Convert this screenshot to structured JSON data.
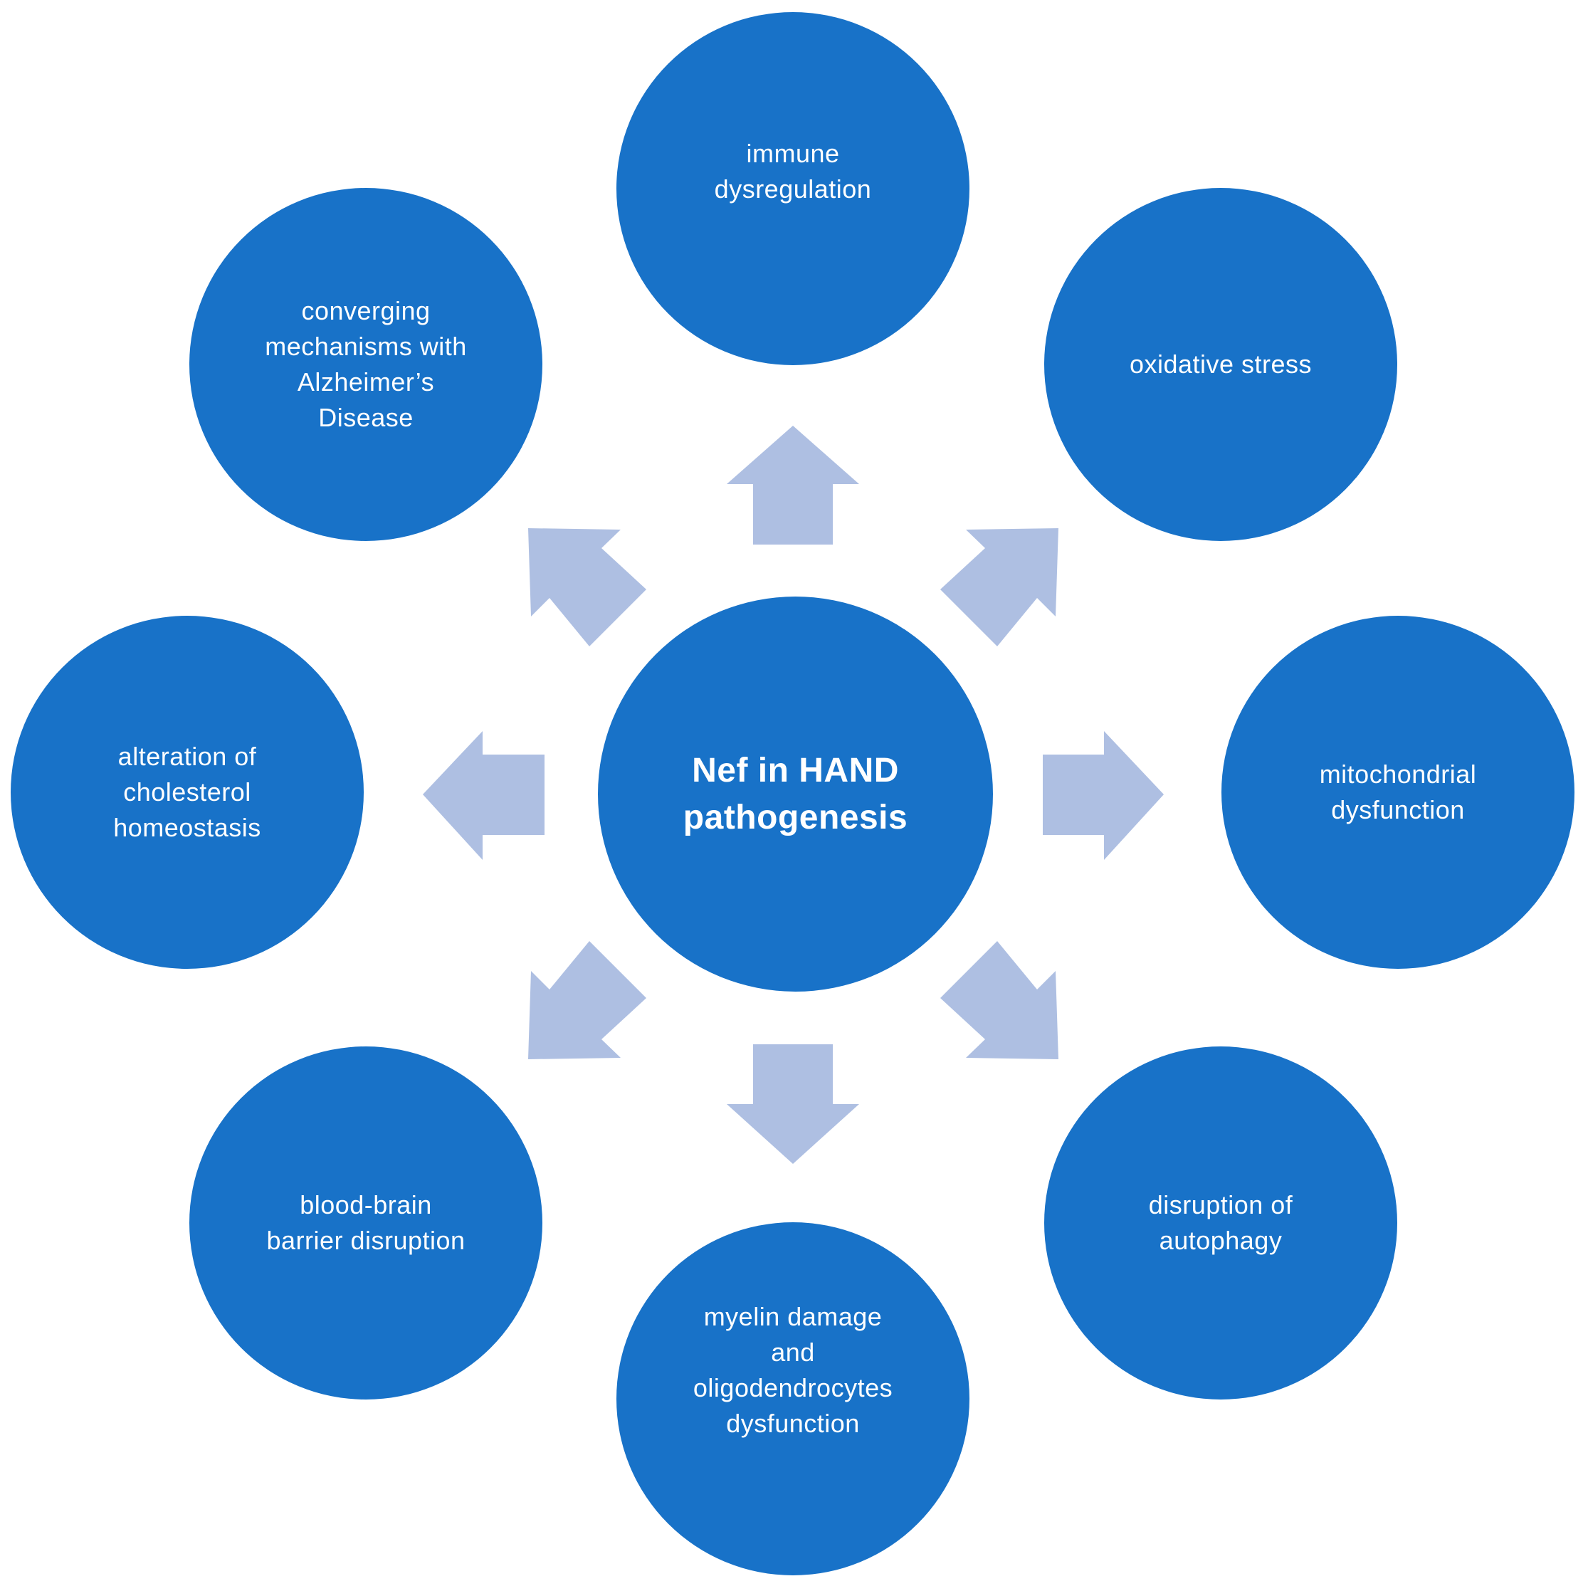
{
  "center": {
    "label": "Nef in HAND\npathogenesis"
  },
  "nodes": {
    "top": "immune\ndysregulation",
    "top_right": "oxidative stress",
    "right": "mitochondrial\ndysfunction",
    "bottom_right": "disruption of\nautophagy",
    "bottom": "myelin damage\nand\noligodendrocytes\ndysfunction",
    "bottom_left": "blood-brain\nbarrier disruption",
    "left": "alteration of\ncholesterol\nhomeostasis",
    "top_left": "converging\nmechanisms with\nAlzheimer’s\nDisease"
  },
  "colors": {
    "node_fill": "#1872c8",
    "arrow_fill": "#aebfe2",
    "text": "#ffffff",
    "background": "#ffffff"
  }
}
